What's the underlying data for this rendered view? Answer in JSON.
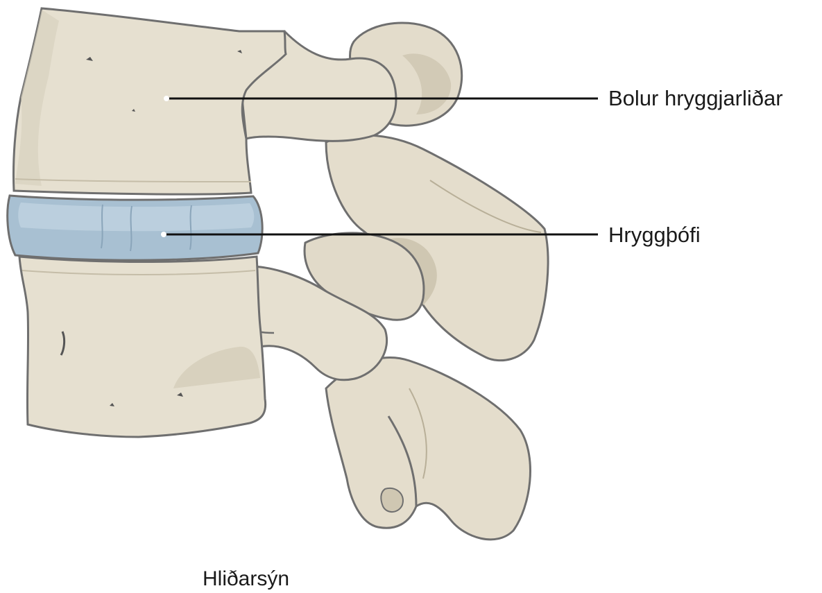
{
  "labels": {
    "vertebral_body": "Bolur hryggjarliðar",
    "intervertebral_disc": "Hryggþófi"
  },
  "caption": "Hliðarsýn",
  "colors": {
    "bone": "#e6e0d0",
    "bone_shadow": "#cfc7b2",
    "bone_outline": "#6f6f6f",
    "disc": "#a8c0d2",
    "disc_highlight": "#c3d5e2",
    "leader_line": "#111111",
    "pointer_dot": "#ffffff"
  }
}
